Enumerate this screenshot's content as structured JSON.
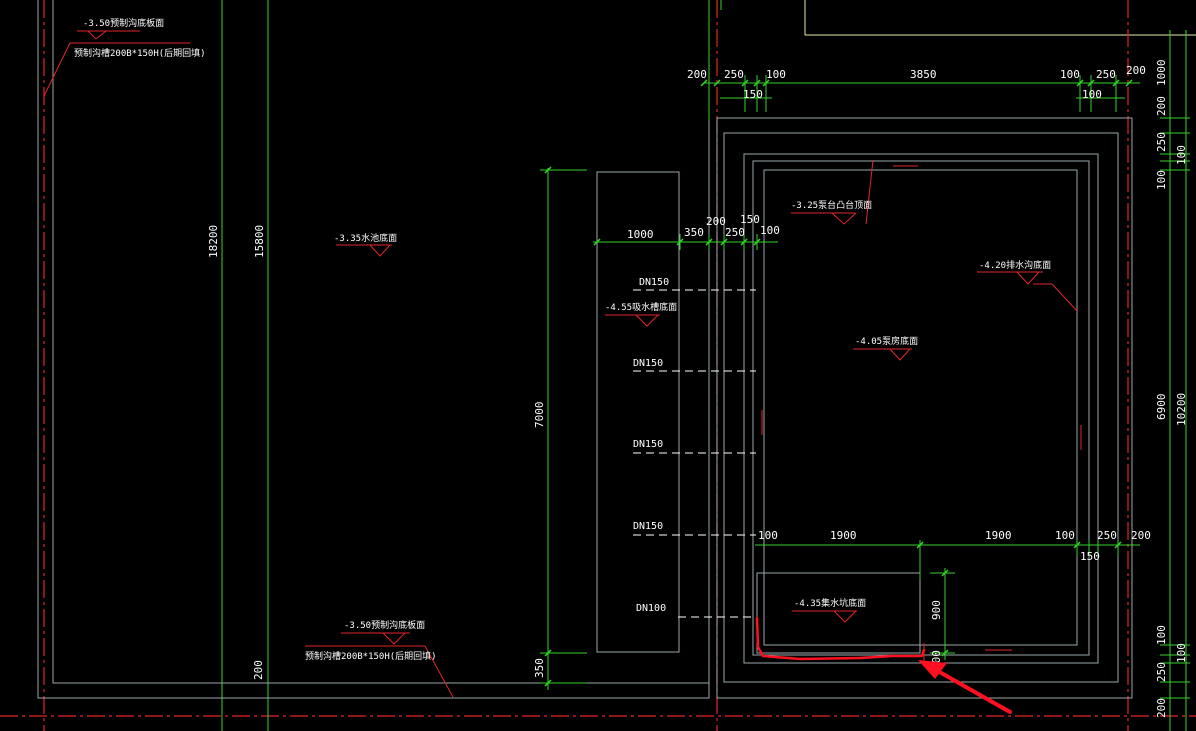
{
  "colors": {
    "background": "#000000",
    "wall": "#9aa7ad",
    "dimension": "#35d42a",
    "axis": "#e0262b",
    "annotation": "#e0262b",
    "text": "#ffffff",
    "boundary": "#e8e8a0",
    "markup": "#ff1020"
  },
  "drawing": {
    "dimensions_top": [
      "200",
      "250",
      "100",
      "150",
      "3850",
      "100",
      "100",
      "250",
      "200"
    ],
    "dimensions_right": [
      "1000",
      "200",
      "250",
      "100",
      "100",
      "6900",
      "10200",
      "100",
      "100",
      "250",
      "200"
    ],
    "dimensions_left": [
      "18200",
      "15800",
      "200"
    ],
    "dimensions_tank": [
      "1000",
      "350",
      "200",
      "250",
      "150",
      "100",
      "7000",
      "350"
    ],
    "dimensions_pit": [
      "100",
      "1900",
      "1900",
      "100",
      "250",
      "200",
      "150",
      "900",
      "100"
    ],
    "pipe_labels": [
      "DN150",
      "DN150",
      "DN150",
      "DN150",
      "DN100"
    ],
    "level_labels": [
      "-3.50预制沟底板面",
      "预制沟槽200B*150H(后期回填)",
      "-3.35水池底面",
      "-3.25泵台凸台顶面",
      "-4.20排水沟底面",
      "-4.55吸水槽底面",
      "-4.05泵房底面",
      "-4.35集水坑底面",
      "-3.50预制沟底板面",
      "预制沟槽200B*150H(后期回填)"
    ]
  }
}
